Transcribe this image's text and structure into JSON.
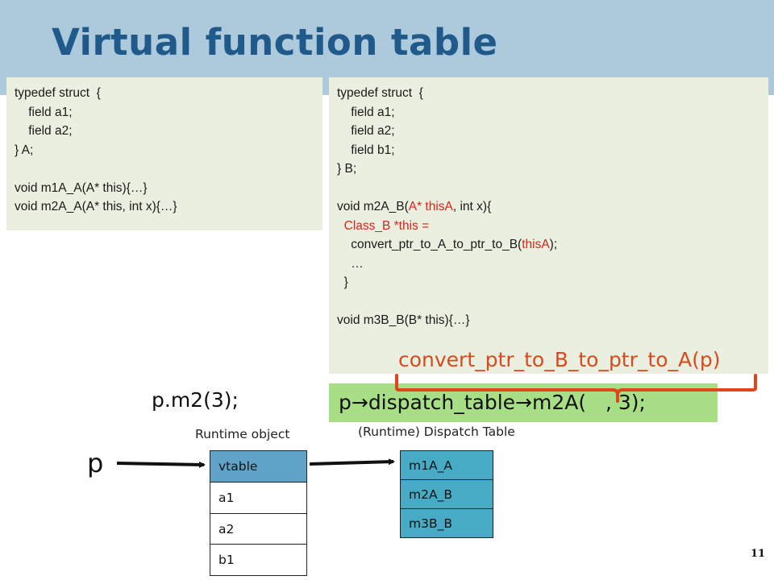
{
  "slide": {
    "title": "Virtual function table",
    "page_number": "11"
  },
  "code_a": {
    "lines": [
      [
        {
          "t": "typedef struct  {"
        }
      ],
      [
        {
          "t": "    field a1;"
        }
      ],
      [
        {
          "t": "    field a2;"
        }
      ],
      [
        {
          "t": "} A;"
        }
      ],
      [
        {
          "t": ""
        }
      ],
      [
        {
          "t": "void m1A_A(A* this){…}"
        }
      ],
      [
        {
          "t": "void m2A_A(A* this, int x){…}"
        }
      ]
    ]
  },
  "code_b": {
    "lines": [
      [
        {
          "t": "typedef struct  {"
        }
      ],
      [
        {
          "t": "    field a1;"
        }
      ],
      [
        {
          "t": "    field a2;"
        }
      ],
      [
        {
          "t": "    field b1;"
        }
      ],
      [
        {
          "t": "} B;"
        }
      ],
      [
        {
          "t": ""
        }
      ],
      [
        {
          "t": "void m2A_B("
        },
        {
          "t": "A* thisA",
          "red": true
        },
        {
          "t": ", int x){"
        }
      ],
      [
        {
          "t": "  "
        },
        {
          "t": "Class_B *this =",
          "red": true
        }
      ],
      [
        {
          "t": "    convert_ptr_to_A_to_ptr_to_B("
        },
        {
          "t": "thisA",
          "red": true
        },
        {
          "t": ");"
        }
      ],
      [
        {
          "t": "    …"
        }
      ],
      [
        {
          "t": "  }"
        }
      ],
      [
        {
          "t": ""
        }
      ],
      [
        {
          "t": "void m3B_B(B* this){…}"
        }
      ]
    ]
  },
  "convert_label": "convert_ptr_to_B_to_ptr_to_A(p)",
  "call_expression": "p.m2(3);",
  "dispatch_expression": "p→dispatch_table→m2A(   , 3);",
  "runtime_object": {
    "caption": "Runtime object",
    "fields": [
      "vtable",
      "a1",
      "a2",
      "b1"
    ]
  },
  "dispatch_table": {
    "caption": "(Runtime) Dispatch Table",
    "entries": [
      "m1A_A",
      "m2A_B",
      "m3B_B"
    ]
  },
  "pointer_label": "p",
  "colors": {
    "header_band": "#adc9dc",
    "title": "#1f5a8a",
    "code_bg": "#ebefdf",
    "code_highlight": "#d8231a",
    "brace": "#e0451b",
    "dispatch_bg": "#a8de86",
    "vtable_cell": "#5fa3c9",
    "dispatch_cell": "#48abc6"
  }
}
